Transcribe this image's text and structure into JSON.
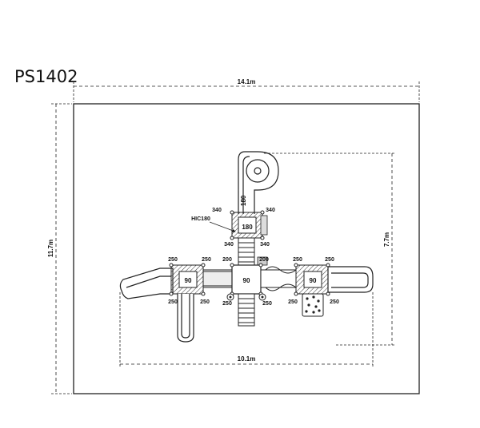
{
  "title": "PS1402",
  "dimensions": {
    "overall_width": "14.1m",
    "overall_depth": "11.7m",
    "equip_depth": "7.7m",
    "equip_width": "10.1m"
  },
  "labels": {
    "slide_top": "180",
    "tower_top": "180",
    "hic": "HIC180",
    "tower_left": "90",
    "tower_center": "90",
    "tower_right": "90",
    "d340_tl": "340",
    "d340_tr": "340",
    "d340_bl": "340",
    "d340_br": "340",
    "l250_tl": "250",
    "l250_tr": "250",
    "l250_bl": "250",
    "l250_br": "250",
    "c200_l": "200",
    "c200_r": "200",
    "c250_bl": "250",
    "c250_br": "250",
    "r250_tl": "250",
    "r250_tr": "250",
    "r250_bl": "250",
    "r250_br": "250"
  }
}
